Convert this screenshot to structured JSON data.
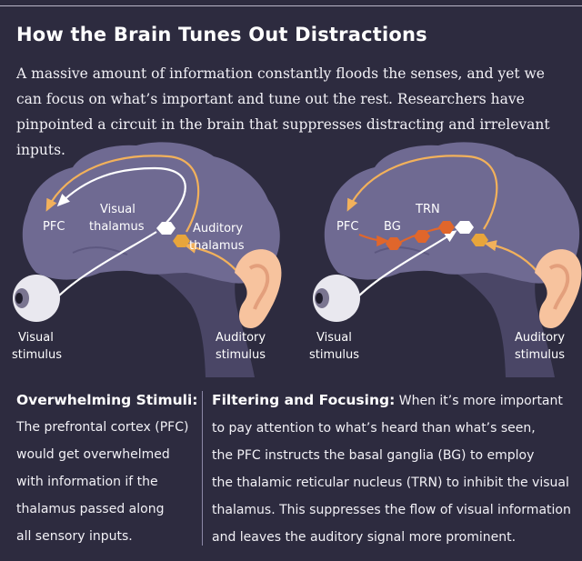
{
  "title": "How the Brain Tunes Out Distractions",
  "intro": "A massive amount of information constantly floods the senses, and yet we can focus on what’s important and tune out the rest. Researchers have pinpointed a circuit in the brain that suppresses distracting and irrelevant inputs.",
  "left_diagram": {
    "pfc": "PFC",
    "visual_thalamus": [
      "Visual",
      "thalamus"
    ],
    "auditory_thalamus": [
      "Auditory",
      "thalamus"
    ],
    "visual_stimulus": [
      "Visual",
      "stimulus"
    ],
    "auditory_stimulus": [
      "Auditory",
      "stimulus"
    ]
  },
  "right_diagram": {
    "pfc": "PFC",
    "bg": "BG",
    "trn": "TRN",
    "visual_stimulus": [
      "Visual",
      "stimulus"
    ],
    "auditory_stimulus": [
      "Auditory",
      "stimulus"
    ]
  },
  "colors": {
    "background": "#2d2b3f",
    "brain": "#6f6a92",
    "brainstem": "#4a4666",
    "visual_path": "#ffffff",
    "auditory_path": "#f2b15b",
    "inhibition_path": "#e0662b",
    "ear": "#f7c39e"
  },
  "bottom": {
    "left_heading": "Overwhelming Stimuli:",
    "left_lines": [
      "The prefrontal cortex (PFC)",
      "would get overwhelmed",
      "with information if the",
      "thalamus passed along",
      "all sensory inputs."
    ],
    "right_heading": "Filtering and Focusing:",
    "right_first": " When it’s more important",
    "right_lines": [
      "to pay attention to what’s heard than what’s seen,",
      "the PFC instructs the basal ganglia (BG) to employ",
      "the thalamic reticular nucleus (TRN) to inhibit the visual",
      "thalamus. This suppresses the flow of visual information",
      "and leaves the auditory signal more prominent."
    ]
  }
}
